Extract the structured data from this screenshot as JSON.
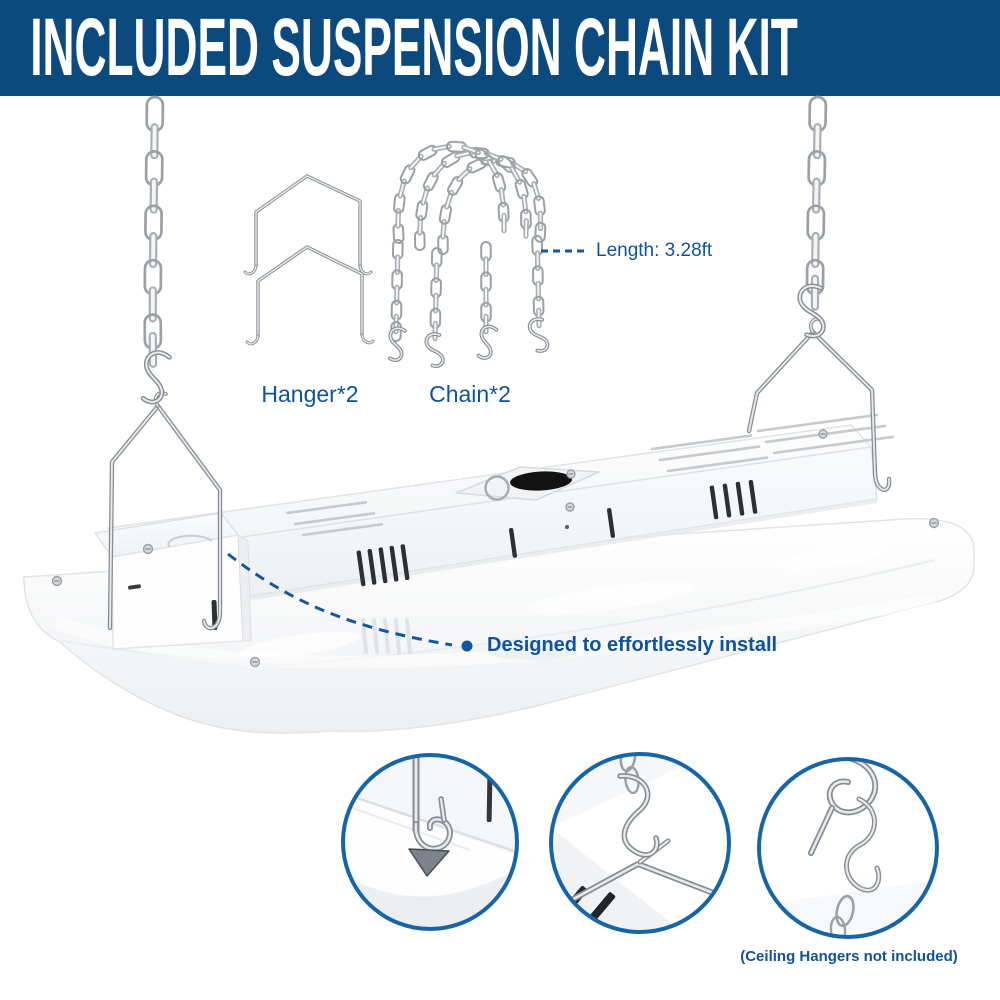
{
  "banner": {
    "title": "INCLUDED SUSPENSION CHAIN KIT"
  },
  "labels": {
    "hanger": "Hanger*2",
    "chain": "Chain*2"
  },
  "annotations": {
    "length": "Length: 3.28ft",
    "install": "Designed to effortlessly install",
    "disclaimer": "(Ceiling Hangers not included)"
  },
  "detail_views": [
    {
      "name": "hanger-hook-into-slot-detail"
    },
    {
      "name": "chain-s-hook-to-hanger-detail"
    },
    {
      "name": "ceiling-s-hooks-connection-detail"
    }
  ],
  "icons": [
    "suspension-chain",
    "v-hanger",
    "s-hook",
    "high-bay-light-fixture"
  ],
  "colors": {
    "banner_bg": "#0C4A7E",
    "banner_text": "#FFFFFF",
    "label_blue": "#10529D",
    "dash_blue": "#15569F",
    "circle_border": "#1765A6",
    "metal_dark": "#868D94",
    "metal_light": "#E8EAED",
    "link_gray": "#9AA0A6",
    "slot_dark": "#2D3033",
    "background": "#FFFFFF"
  }
}
